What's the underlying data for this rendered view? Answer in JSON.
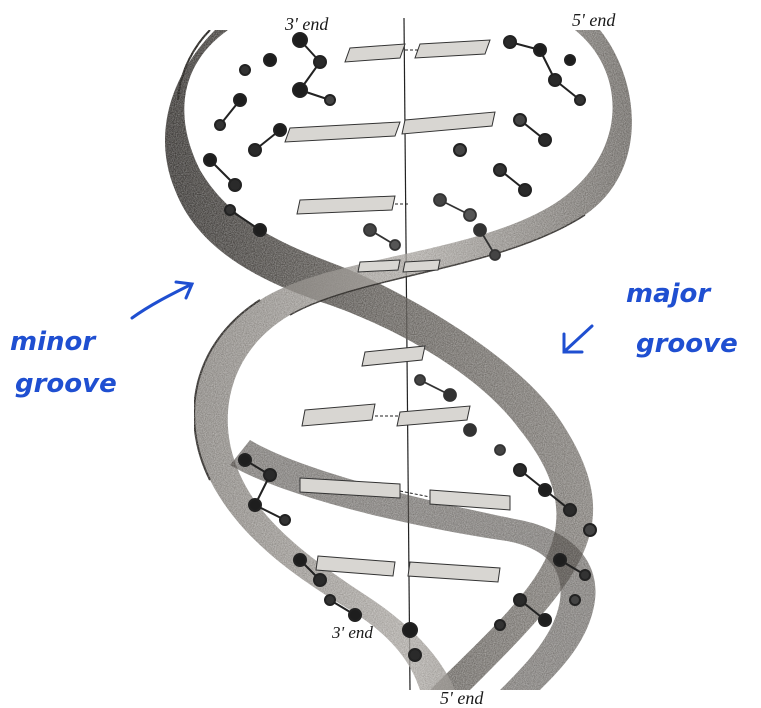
{
  "diagram": {
    "end_labels": {
      "top_left": "3' end",
      "top_right": "5' end",
      "bottom_inner": "3' end",
      "bottom": "5' end"
    },
    "annotations": {
      "minor_groove": [
        "minor",
        "groove"
      ],
      "major_groove": [
        "major",
        "groove"
      ]
    },
    "colors": {
      "ribbon_dark": "#4a4642",
      "ribbon_light": "#a9a5a0",
      "base_pair": "#d8d6d2",
      "atom": "#2a2a2a",
      "annotation_ink": "#1f4fd1"
    }
  }
}
